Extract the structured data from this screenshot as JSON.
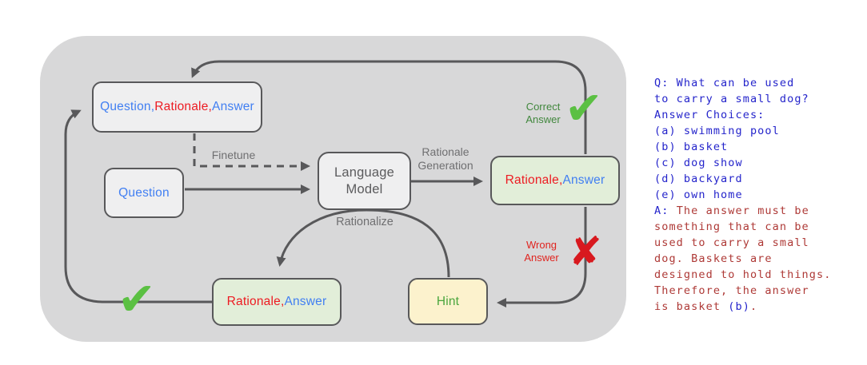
{
  "diagram": {
    "boxes": {
      "qra_top": {
        "parts": [
          {
            "text": "Question,",
            "color": "dblue"
          },
          {
            "text": "Rationale,",
            "color": "dred"
          },
          {
            "text": "Answer",
            "color": "dblue"
          }
        ]
      },
      "question": {
        "label": "Question"
      },
      "language_model": {
        "line1": "Language",
        "line2": "Model"
      },
      "ra_right": {
        "parts": [
          {
            "text": "Rationale,",
            "color": "dred"
          },
          {
            "text": "Answer",
            "color": "dblue"
          }
        ]
      },
      "ra_bottom": {
        "parts": [
          {
            "text": "Rationale,",
            "color": "dred"
          },
          {
            "text": "Answer",
            "color": "dblue"
          }
        ]
      },
      "hint": {
        "label": "Hint"
      }
    },
    "edge_labels": {
      "finetune": "Finetune",
      "rationale_generation_line1": "Rationale",
      "rationale_generation_line2": "Generation",
      "rationalize": "Rationalize",
      "correct_line1": "Correct",
      "correct_line2": "Answer",
      "wrong_line1": "Wrong",
      "wrong_line2": "Answer"
    },
    "icons": {
      "correct_check": "✔",
      "loop_check": "✔",
      "wrong_cross": "✘"
    },
    "colors": {
      "panel_bg": "#d8d8d9",
      "node_bg": "#efeff0",
      "node_green_bg": "#e2eed9",
      "node_yellow_bg": "#fcf2cd",
      "border": "#58585a",
      "arrow": "#58585a",
      "blue_text": "#417ff2",
      "red_text": "#ed1b22",
      "green_text": "#4aa53d",
      "check_green": "#5bc043",
      "cross_red": "#d8191f"
    }
  },
  "qa_panel": {
    "lines": [
      {
        "segments": [
          {
            "text": "Q: What can be used",
            "color": "qblue"
          }
        ]
      },
      {
        "segments": [
          {
            "text": "to carry a small dog?",
            "color": "qblue"
          }
        ]
      },
      {
        "segments": [
          {
            "text": "Answer Choices:",
            "color": "qblue"
          }
        ]
      },
      {
        "segments": [
          {
            "text": "(a) swimming pool",
            "color": "qblue"
          }
        ]
      },
      {
        "segments": [
          {
            "text": "(b) basket",
            "color": "qblue"
          }
        ]
      },
      {
        "segments": [
          {
            "text": "(c) dog show",
            "color": "qblue"
          }
        ]
      },
      {
        "segments": [
          {
            "text": "(d) backyard",
            "color": "qblue"
          }
        ]
      },
      {
        "segments": [
          {
            "text": "(e) own home",
            "color": "qblue"
          }
        ]
      },
      {
        "segments": [
          {
            "text": "A:",
            "color": "qblue"
          },
          {
            "text": " The answer must be",
            "color": "qred"
          }
        ]
      },
      {
        "segments": [
          {
            "text": "something that can be",
            "color": "qred"
          }
        ]
      },
      {
        "segments": [
          {
            "text": "used to carry a small",
            "color": "qred"
          }
        ]
      },
      {
        "segments": [
          {
            "text": "dog. Baskets are",
            "color": "qred"
          }
        ]
      },
      {
        "segments": [
          {
            "text": "designed to hold things.",
            "color": "qred"
          }
        ]
      },
      {
        "segments": [
          {
            "text": "Therefore, the answer",
            "color": "qred"
          }
        ]
      },
      {
        "segments": [
          {
            "text": "is basket ",
            "color": "qred"
          },
          {
            "text": "(b)",
            "color": "qblue"
          },
          {
            "text": ".",
            "color": "qred"
          }
        ]
      }
    ]
  }
}
